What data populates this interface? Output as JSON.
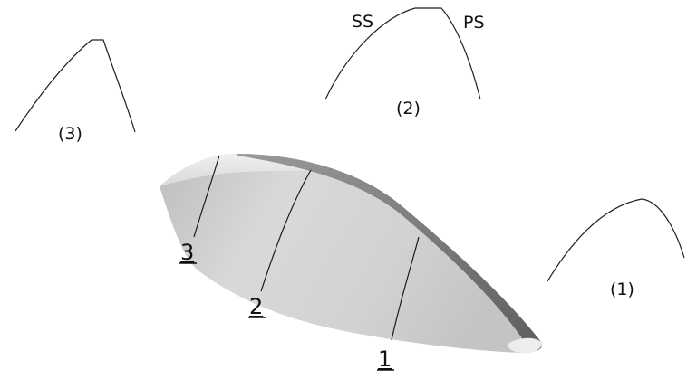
{
  "profiles": [
    {
      "id": "profile-1",
      "label": "(1)"
    },
    {
      "id": "profile-2",
      "label": "(2)",
      "suction_side_label": "SS",
      "pressure_side_label": "PS"
    },
    {
      "id": "profile-3",
      "label": "(3)"
    }
  ],
  "sections": [
    {
      "label": "1"
    },
    {
      "label": "2"
    },
    {
      "label": "3"
    }
  ],
  "colors": {
    "line": "#222222",
    "surface_light": "#e6e6e6",
    "surface_mid": "#cfcfcf",
    "surface_dark": "#8e8e8e",
    "background": "#ffffff"
  }
}
